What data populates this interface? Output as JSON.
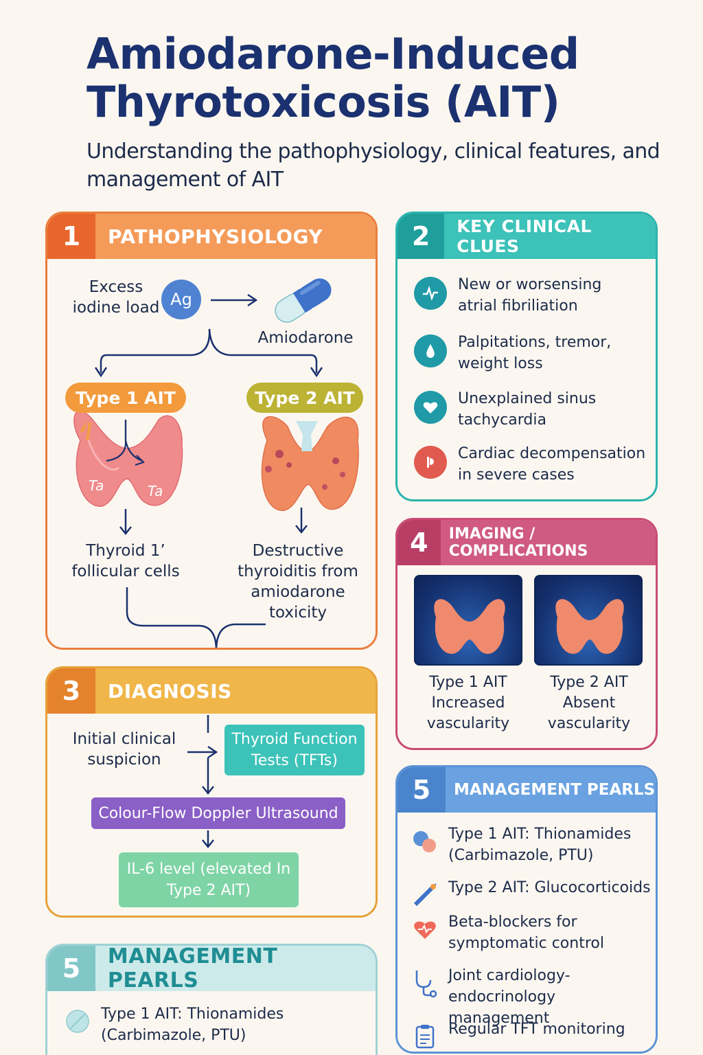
{
  "header": {
    "title": "Amiodarone-Induced Thyrotoxicosis (AIT)",
    "subtitle": "Understanding the pathophysiology, clinical features, and management of AIT"
  },
  "pathophysiology": {
    "number": "1",
    "title": "PATHOPHYSIOLOGY",
    "iodine_label": "Excess iodine load",
    "iodine_badge": "Ag",
    "drug_label": "Amiodarone",
    "type1_label": "Type 1 AIT",
    "type2_label": "Type 2 AIT",
    "gland_label_left": "Ta",
    "gland_label_right": "Ta",
    "type1_mechanism": "Thyroid 1’ follicular cells",
    "type2_mechanism": "Destructive thyroiditis from amiodarone toxicity"
  },
  "clinical_clues": {
    "number": "2",
    "title": "KEY CLINICAL CLUES",
    "items": [
      {
        "text": "New or worsensing atrial fibriliation",
        "icon": "heartbeat-icon",
        "color": "#1f9aa6"
      },
      {
        "text": "Palpitations, tremor, weight loss",
        "icon": "drop-icon",
        "color": "#1f9aa6"
      },
      {
        "text": "Unexplained sinus tachycardia",
        "icon": "heart-icon",
        "color": "#1f9aa6"
      },
      {
        "text": "Cardiac decompensation in severe cases",
        "icon": "warning-icon",
        "color": "#e05a4f"
      }
    ]
  },
  "diagnosis": {
    "number": "3",
    "title": "DIAGNOSIS",
    "suspicion": "Initial clinical suspicion",
    "tft": "Thyroid Function Tests (TFTs)",
    "doppler": "Colour-Flow Doppler Ultrasound",
    "il6": "IL-6 level (elevated In Type 2 AIT)"
  },
  "imaging": {
    "number": "4",
    "title": "IMAGING / COMPLICATIONS",
    "panels": [
      {
        "type": "Type 1 AIT",
        "desc": "Increased vascularity"
      },
      {
        "type": "Type 2 AIT",
        "desc": "Absent vascularity"
      }
    ]
  },
  "management_right": {
    "number": "5",
    "title": "MANAGEMENT PEARLS",
    "items": [
      {
        "text": "Type 1 AIT: Thionamides (Carbimazole, PTU)",
        "icon": "pills-icon"
      },
      {
        "text": "Type 2 AIT: Glucocorticoids",
        "icon": "syringe-icon"
      },
      {
        "text": "Beta-blockers for symptomatic control",
        "icon": "heart-icon"
      },
      {
        "text": "Joint cardiology-endocrinology management",
        "icon": "stethoscope-icon"
      },
      {
        "text": "Regular TFT monitoring",
        "icon": "clipboard-icon"
      }
    ]
  },
  "management_left": {
    "number": "5",
    "title": "MANAGEMENT PEARLS",
    "items": [
      {
        "text": "Type 1 AIT: Thionamides (Carbimazole, PTU)",
        "icon": "pill-icon"
      }
    ]
  },
  "colors": {
    "title": "#1b3170",
    "orange": "#ea7e3e",
    "teal": "#2ab3ad",
    "amber": "#e7a23a",
    "magenta": "#c94b74",
    "blue": "#5b93d6"
  }
}
